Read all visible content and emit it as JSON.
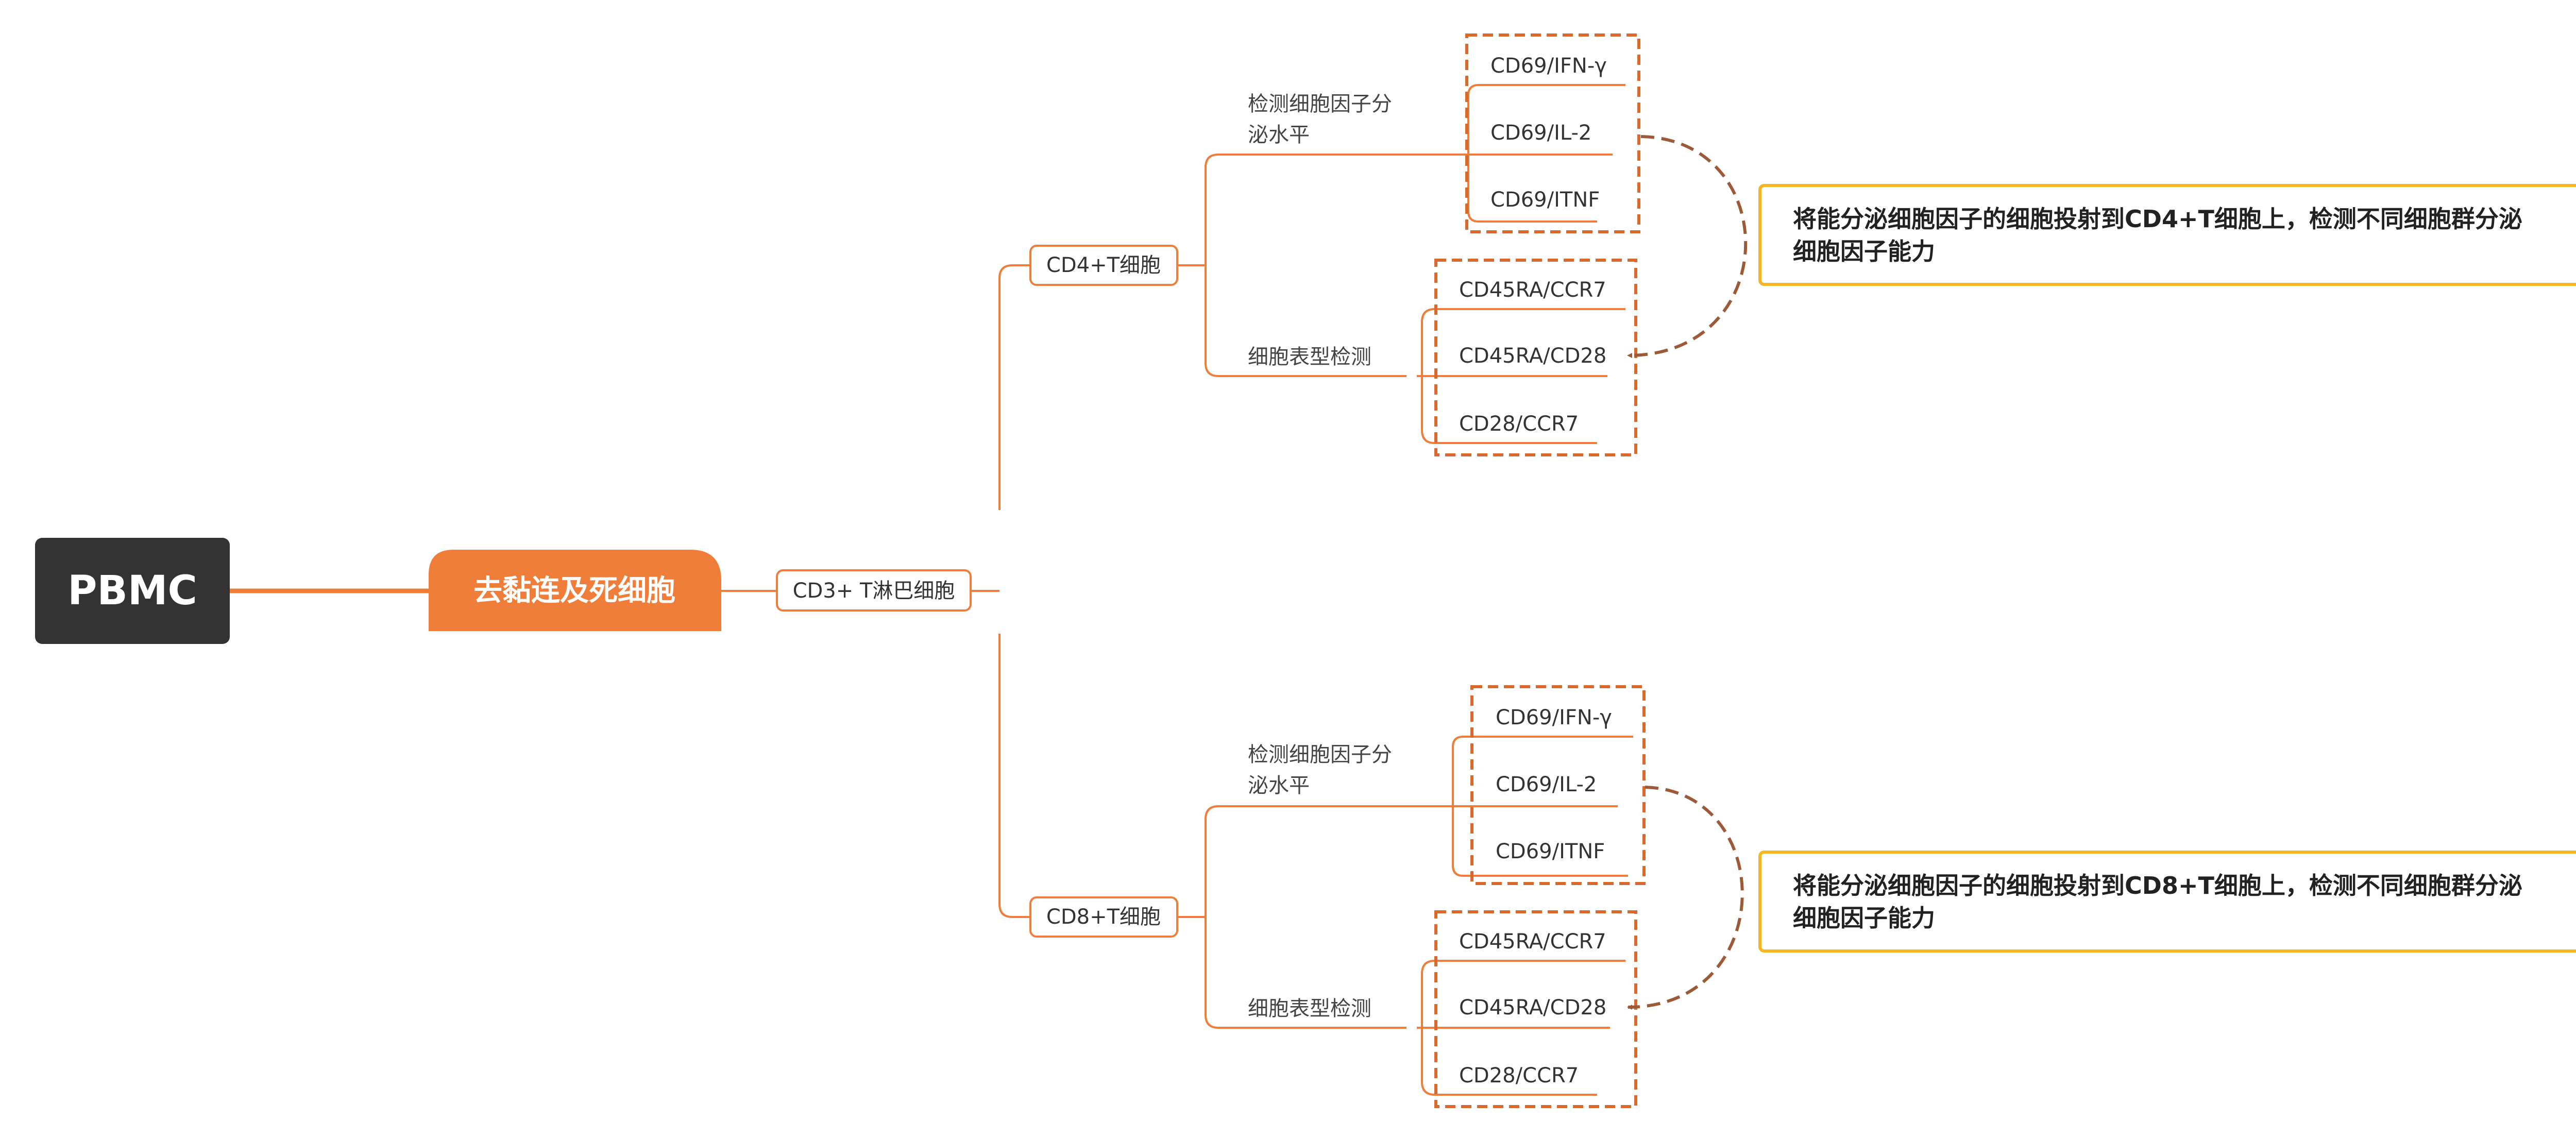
{
  "root": {
    "label": "PBMC"
  },
  "main_topic": {
    "label": "去黏连及死细胞"
  },
  "sub_topic": {
    "label": "CD3+ T淋巴细胞"
  },
  "branches": [
    {
      "label": "CD4+T细胞",
      "groups": [
        {
          "label_line1": "检测细胞因子分",
          "label_line2": "泌水平",
          "items": [
            "CD69/IFN-γ",
            "CD69/IL-2",
            "CD69/ITNF"
          ]
        },
        {
          "label_line1": "细胞表型检测",
          "label_line2": "",
          "items": [
            "CD45RA/CCR7",
            "CD45RA/CD28",
            "CD28/CCR7"
          ]
        }
      ],
      "note_line1": "将能分泌细胞因子的细胞投射到CD4+T细胞上，检测不同细胞群分泌",
      "note_line2": "细胞因子能力"
    },
    {
      "label": "CD8+T细胞",
      "groups": [
        {
          "label_line1": "检测细胞因子分",
          "label_line2": "泌水平",
          "items": [
            "CD69/IFN-γ",
            "CD69/IL-2",
            "CD69/ITNF"
          ]
        },
        {
          "label_line1": "细胞表型检测",
          "label_line2": "",
          "items": [
            "CD45RA/CCR7",
            "CD45RA/CD28",
            "CD28/CCR7"
          ]
        }
      ],
      "note_line1": "将能分泌细胞因子的细胞投射到CD8+T细胞上，检测不同细胞群分泌",
      "note_line2": "细胞因子能力"
    }
  ],
  "colors": {
    "root_fill": "#333333",
    "accent_orange": "#EF7E3A",
    "dashed_box": "#D86A2E",
    "arc": "#9C5A38",
    "note_border": "#F5B623"
  }
}
